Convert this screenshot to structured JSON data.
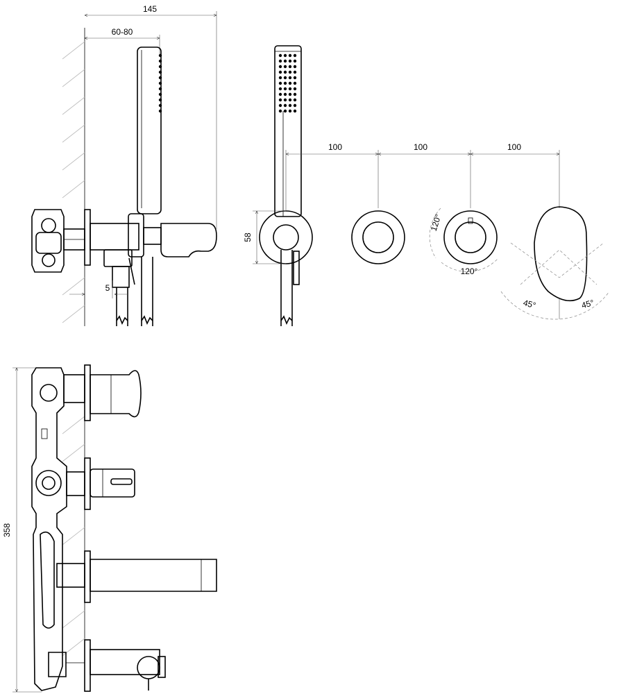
{
  "dimensions": {
    "total_depth": "145",
    "handle_depth": "60-80",
    "wall_offset": "5",
    "spacing_1": "100",
    "spacing_2": "100",
    "spacing_3": "100",
    "holder_height": "58",
    "rotation_vertical": "120°",
    "rotation_horizontal": "120°",
    "lever_left_angle": "45°",
    "lever_right_angle": "45°",
    "total_height": "358"
  }
}
